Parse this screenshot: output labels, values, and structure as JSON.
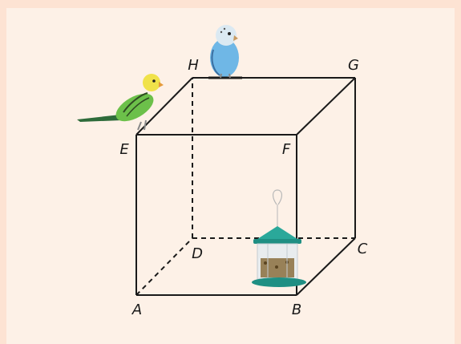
{
  "diagram": {
    "vertices": [
      {
        "id": "A",
        "label": "A"
      },
      {
        "id": "B",
        "label": "B"
      },
      {
        "id": "C",
        "label": "C"
      },
      {
        "id": "D",
        "label": "D"
      },
      {
        "id": "E",
        "label": "E"
      },
      {
        "id": "F",
        "label": "F"
      },
      {
        "id": "G",
        "label": "G"
      },
      {
        "id": "H",
        "label": "H"
      }
    ],
    "edges": {
      "solid": [
        [
          "A",
          "B"
        ],
        [
          "B",
          "F"
        ],
        [
          "F",
          "E"
        ],
        [
          "E",
          "A"
        ],
        [
          "E",
          "H"
        ],
        [
          "H",
          "G"
        ],
        [
          "G",
          "F"
        ],
        [
          "G",
          "C"
        ],
        [
          "C",
          "B"
        ]
      ],
      "dashed": [
        [
          "A",
          "D"
        ],
        [
          "D",
          "C"
        ],
        [
          "D",
          "H"
        ]
      ]
    },
    "objects": [
      {
        "name": "budgerigar",
        "color": "green",
        "perched_at": "E"
      },
      {
        "name": "budgerigar",
        "color": "blue",
        "perched_on": "edge H-G"
      },
      {
        "name": "bird-feeder",
        "color": "teal",
        "located_near": "B"
      }
    ],
    "colors": {
      "page_background": "#fde3d3",
      "panel_background": "#fdf1e7",
      "edge": "#1a1a1a",
      "feeder_roof": "#2aa89a"
    }
  }
}
